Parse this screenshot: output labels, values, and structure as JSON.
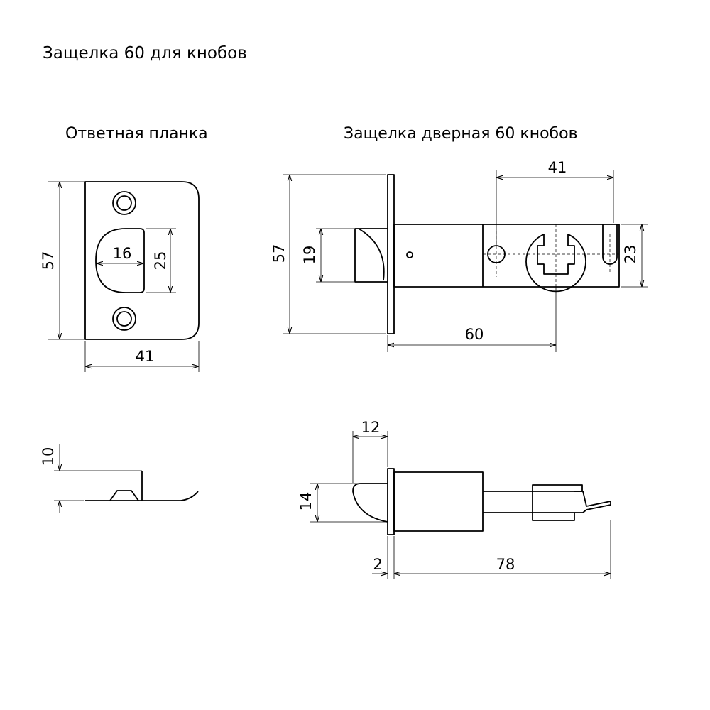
{
  "title": "Защелка 60 для кнобов",
  "strike_plate": {
    "heading": "Ответная планка",
    "dim_height": "57",
    "dim_width": "41",
    "dim_slot_width": "16",
    "dim_slot_height": "25",
    "dim_thickness": "10"
  },
  "latch": {
    "heading": "Защелка дверная 60 кнобов",
    "dim_plate_height": "57",
    "dim_bolt_height": "19",
    "dim_body_height": "23",
    "dim_cam_span": "41",
    "dim_backset": "60",
    "dim_bolt_projection": "12",
    "dim_bolt_side": "14",
    "dim_plate_thickness": "2",
    "dim_total_length": "78"
  }
}
